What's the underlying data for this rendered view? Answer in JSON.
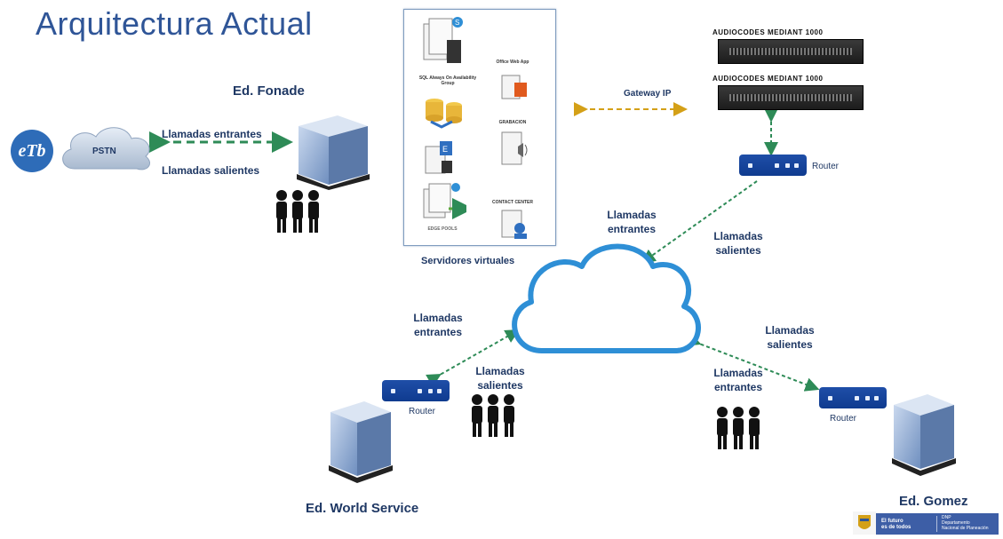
{
  "title": "Arquitectura Actual",
  "sites": {
    "fonade": "Ed. Fonade",
    "world_service": "Ed. World Service",
    "gomez": "Ed. Gomez"
  },
  "carrier": {
    "logo": "eTb",
    "network": "PSTN"
  },
  "pstn_links": {
    "incoming": "Llamadas entrantes",
    "outgoing": "Llamadas salientes"
  },
  "servers": {
    "caption": "Servidores virtuales",
    "sql": "SQL Always On Availability Group",
    "office_web_app": "Office Web App",
    "grabacion": "GRABACION",
    "edge_pools": "EDGE POOLS",
    "contact_center": "CONTACT CENTER"
  },
  "gateway": {
    "link_label": "Gateway IP",
    "device_1": "AUDIOCODES MEDIANT 1000",
    "device_2": "AUDIOCODES MEDIANT 1000"
  },
  "routers": {
    "gateway_router": "Router",
    "world_router": "Router",
    "gomez_router": "Router"
  },
  "links": {
    "router_cloud_in": [
      "Llamadas",
      "entrantes"
    ],
    "router_cloud_out": [
      "Llamadas",
      "salientes"
    ],
    "world_in": [
      "Llamadas",
      "entrantes"
    ],
    "world_out": [
      "Llamadas",
      "salientes"
    ],
    "gomez_out": [
      "Llamadas",
      "salientes"
    ],
    "gomez_in": [
      "Llamadas",
      "entrantes"
    ]
  },
  "footer": {
    "slogan_1": "El futuro",
    "slogan_2": "es de todos",
    "org_1": "DNP",
    "org_2": "Departamento",
    "org_3": "Nacional de Planeación"
  },
  "colors": {
    "title": "#2f5597",
    "arrow_green": "#2e8b57",
    "gateway_arrow": "#d4a017",
    "cloud": "#2e8fd6",
    "router": "#1f4ea8"
  }
}
